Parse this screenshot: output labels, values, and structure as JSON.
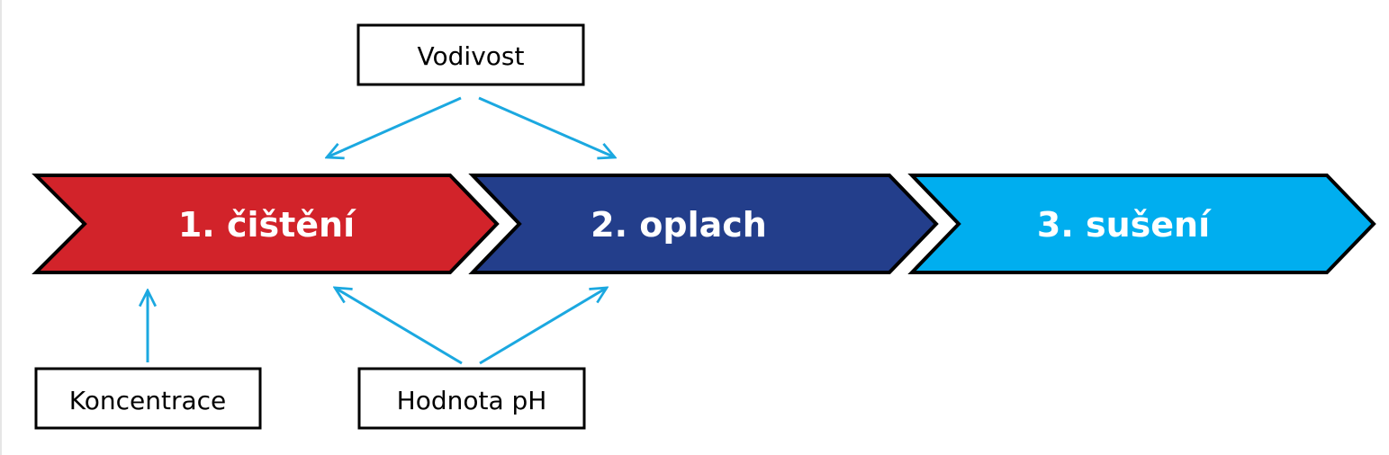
{
  "steps": [
    {
      "label": "1. čištění",
      "color": "#d2232a"
    },
    {
      "label": "2. oplach",
      "color": "#233e8b"
    },
    {
      "label": "3. sušení",
      "color": "#00aeef"
    }
  ],
  "boxes": {
    "conductivity": "Vodivost",
    "concentration": "Koncentrace",
    "ph_value": "Hodnota pH"
  },
  "colors": {
    "arrow": "#1ba8e0",
    "outline": "#000000"
  }
}
